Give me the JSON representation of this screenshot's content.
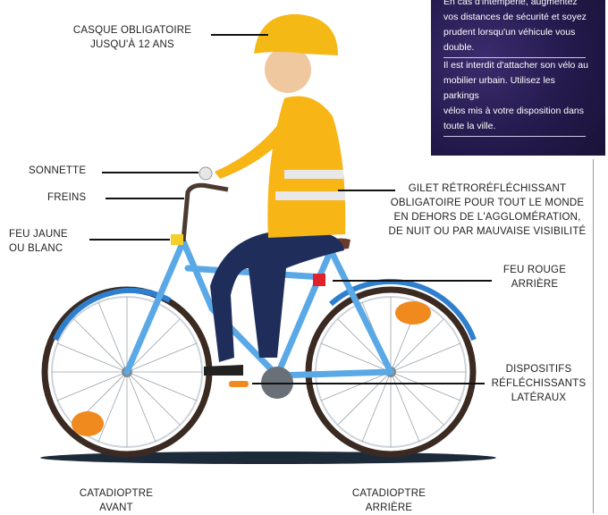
{
  "labels": {
    "helmet": [
      "CASQUE OBLIGATOIRE",
      "JUSQU'À 12 ANS"
    ],
    "bell": "SONNETTE",
    "brakes": "FREINS",
    "front_light": [
      "FEU JAUNE",
      "OU BLANC"
    ],
    "vest": [
      "GILET RÉTRORÉFLÉCHISSANT",
      "OBLIGATOIRE POUR TOUT LE MONDE",
      "EN DEHORS DE L'AGGLOMÉRATION,",
      "DE NUIT OU PAR MAUVAISE VISIBILITÉ"
    ],
    "rear_light": [
      "FEU ROUGE",
      "ARRIÈRE"
    ],
    "side_reflectors": [
      "DISPOSITIFS",
      "RÉFLÉCHISSANTS",
      "LATÉRAUX"
    ],
    "front_reflector": [
      "CATADIOPTRE",
      "AVANT"
    ],
    "rear_reflector": [
      "CATADIOPTRE",
      "ARRIÈRE"
    ]
  },
  "info_box": {
    "para1": [
      "En cas d'intempérie, augmentez",
      "vos distances de sécurité et soyez",
      "prudent lorsqu'un véhicule vous",
      "double."
    ],
    "para2": [
      "Il est interdit d'attacher son vélo au",
      "mobilier urbain. Utilisez les parkings",
      "vélos mis à votre disposition dans",
      "toute la ville."
    ]
  },
  "colors": {
    "frame": "#5aa9e6",
    "helmet": "#f5b915",
    "vest": "#f7b516",
    "reflector": "#f08a1e",
    "rear_light": "#e0232b",
    "info_bg": "#2a1f57"
  }
}
